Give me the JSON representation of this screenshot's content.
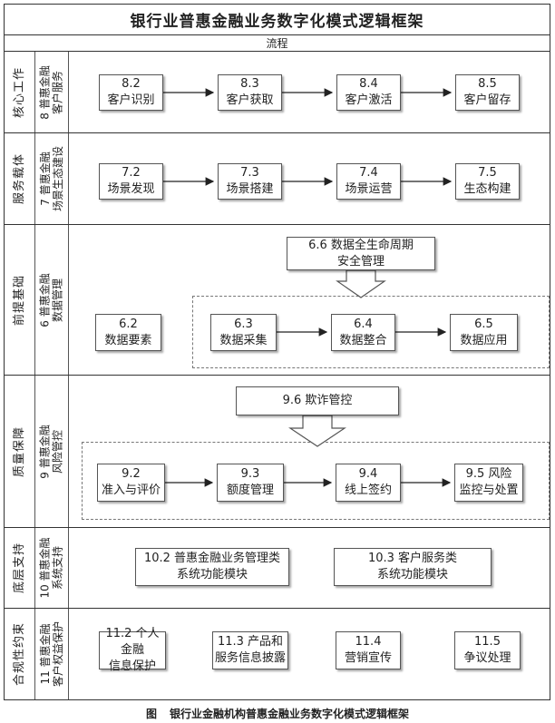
{
  "title": "银行业普惠金融业务数字化模式逻辑框架",
  "subhead": "流程",
  "caption": {
    "fig": "图",
    "text": "银行业金融机构普惠金融业务数字化模式逻辑框架"
  },
  "rows": [
    {
      "cat": "核心工作",
      "sub": "8 普惠金融\n客户服务",
      "boxes": [
        "8.2\n客户识别",
        "8.3\n客户获取",
        "8.4\n客户激活",
        "8.5\n客户留存"
      ]
    },
    {
      "cat": "服务载体",
      "sub": "7 普惠金融\n场景生态建设",
      "boxes": [
        "7.2\n场景发现",
        "7.3\n场景搭建",
        "7.4\n场景运营",
        "7.5\n生态构建"
      ]
    },
    {
      "cat": "前提基础",
      "sub": "6 普惠金融\n数据管理",
      "top": "6.6 数据全生命周期\n安全管理",
      "boxes": [
        "6.2\n数据要素",
        "6.3\n数据采集",
        "6.4\n数据整合",
        "6.5\n数据应用"
      ]
    },
    {
      "cat": "质量保障",
      "sub": "9 普惠金融\n风险管控",
      "top": "9.6 欺诈管控",
      "boxes": [
        "9.2\n准入与评价",
        "9.3\n额度管理",
        "9.4\n线上签约",
        "9.5 风险\n监控与处置"
      ]
    },
    {
      "cat": "底层支持",
      "sub": "10 普惠金融\n系统支持",
      "boxes": [
        "10.2 普惠金融业务管理类\n系统功能模块",
        "10.3 客户服务类\n系统功能模块"
      ]
    },
    {
      "cat": "合规性约束",
      "sub": "11 普惠金融\n客户权益保护",
      "boxes": [
        "11.2 个人金融\n信息保护",
        "11.3 产品和\n服务信息披露",
        "11.4\n营销宣传",
        "11.5\n争议处理"
      ]
    }
  ]
}
